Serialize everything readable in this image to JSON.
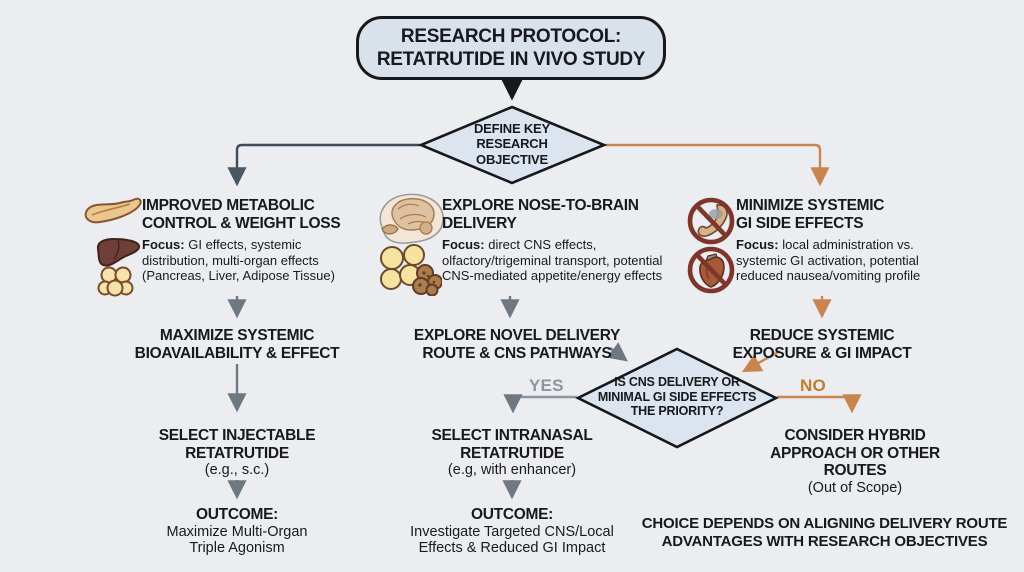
{
  "colors": {
    "background": "#ecedf0",
    "node_fill": "#dbe4ef",
    "outline": "#15181c",
    "text": "#17191c",
    "left_connector_slate": "#3f4c59",
    "right_connector_orange": "#c9854f",
    "gray_connector": "#6e7880",
    "yes_label_color": "#8d949c",
    "no_label_color": "#c7792f"
  },
  "title": {
    "lines": [
      "RESEARCH PROTOCOL:",
      "RETATRUTIDE IN VIVO STUDY"
    ]
  },
  "decision_objective": {
    "lines": [
      "DEFINE KEY",
      "RESEARCH",
      "OBJECTIVE"
    ]
  },
  "branch_metabolic": {
    "icons": [
      "pancreas-icon",
      "liver-icon",
      "adipose-tissue-icon"
    ],
    "heading_lines": [
      "IMPROVED METABOLIC",
      "CONTROL & WEIGHT LOSS"
    ],
    "focus_label": "Focus:",
    "focus_lines": [
      " GI effects, systemic",
      "distribution, multi-organ effects",
      "(Pancreas, Liver, Adipose Tissue)"
    ],
    "step_lines": [
      "MAXIMIZE SYSTEMIC",
      "BIOAVAILABILITY & EFFECT"
    ],
    "selection_lines": [
      "SELECT INJECTABLE",
      "RETATRUTIDE"
    ],
    "selection_note": "(e.g., s.c.)",
    "outcome_label": "OUTCOME:",
    "outcome_lines": [
      "Maximize Multi-Organ",
      "Triple Agonism"
    ]
  },
  "branch_nose_to_brain": {
    "icons": [
      "brain-nasal-icon",
      "cell-cluster-icon"
    ],
    "heading_lines": [
      "EXPLORE NOSE-TO-BRAIN",
      "DELIVERY"
    ],
    "focus_label": "Focus:",
    "focus_lines": [
      " direct CNS effects,",
      "olfactory/trigeminal transport, potential",
      "CNS-mediated appetite/energy effects"
    ],
    "step_lines": [
      "EXPLORE NOVEL DELIVERY",
      "ROUTE & CNS PATHWAYS"
    ],
    "selection_lines": [
      "SELECT INTRANASAL",
      "RETATRUTIDE"
    ],
    "selection_note": "(e.g, with enhancer)",
    "outcome_label": "OUTCOME:",
    "outcome_lines": [
      "Investigate Targeted CNS/Local",
      "Effects & Reduced GI Impact"
    ]
  },
  "branch_gi": {
    "icons": [
      "no-stomach-icon",
      "no-heart-icon"
    ],
    "heading_lines": [
      "MINIMIZE SYSTEMIC",
      "GI SIDE EFFECTS"
    ],
    "focus_label": "Focus:",
    "focus_lines": [
      " local administration vs.",
      "systemic GI activation, potential",
      "reduced nausea/vomiting profile"
    ],
    "step_lines": [
      "REDUCE SYSTEMIC",
      "EXPOSURE & GI IMPACT"
    ]
  },
  "decision_priority": {
    "lines": [
      "IS CNS DELIVERY OR",
      "MINIMAL GI SIDE EFFECTS",
      "THE PRIORITY?"
    ],
    "yes_label": "YES",
    "no_label": "NO"
  },
  "no_branch": {
    "heading_lines": [
      "CONSIDER HYBRID",
      "APPROACH OR OTHER ROUTES"
    ],
    "note": "(Out of Scope)"
  },
  "footnote_lines": [
    "CHOICE DEPENDS ON ALIGNING DELIVERY ROUTE",
    "ADVANTAGES WITH RESEARCH OBJECTIVES"
  ]
}
